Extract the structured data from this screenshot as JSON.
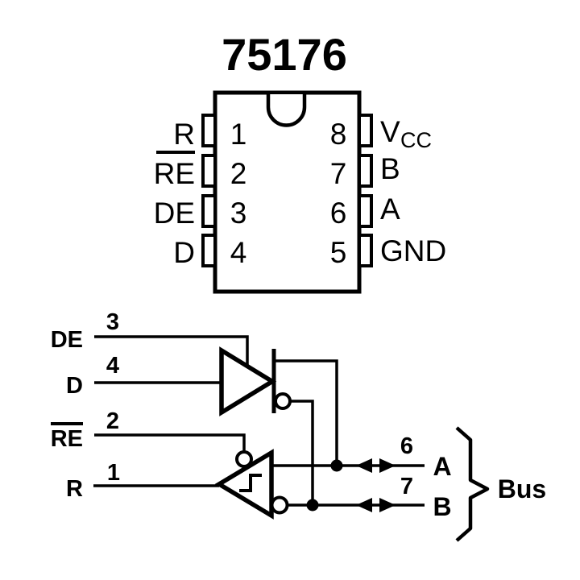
{
  "title": "75176",
  "package": {
    "left_pins": [
      {
        "number": "1",
        "label": "R",
        "overline": false
      },
      {
        "number": "2",
        "label": "RE",
        "overline": true
      },
      {
        "number": "3",
        "label": "DE",
        "overline": false
      },
      {
        "number": "4",
        "label": "D",
        "overline": false
      }
    ],
    "right_pins": [
      {
        "number": "8",
        "label": "V",
        "label_sub": "CC"
      },
      {
        "number": "7",
        "label": "B"
      },
      {
        "number": "6",
        "label": "A"
      },
      {
        "number": "5",
        "label": "GND"
      }
    ]
  },
  "schematic": {
    "inputs": [
      {
        "pin": "3",
        "label": "DE",
        "overline": false
      },
      {
        "pin": "4",
        "label": "D",
        "overline": false
      },
      {
        "pin": "2",
        "label": "RE",
        "overline": true
      },
      {
        "pin": "1",
        "label": "R",
        "overline": false
      }
    ],
    "bus": {
      "a_pin": "6",
      "a_label": "A",
      "b_pin": "7",
      "b_label": "B",
      "label": "Bus"
    }
  },
  "colors": {
    "ink": "#000000",
    "background": "#ffffff"
  }
}
